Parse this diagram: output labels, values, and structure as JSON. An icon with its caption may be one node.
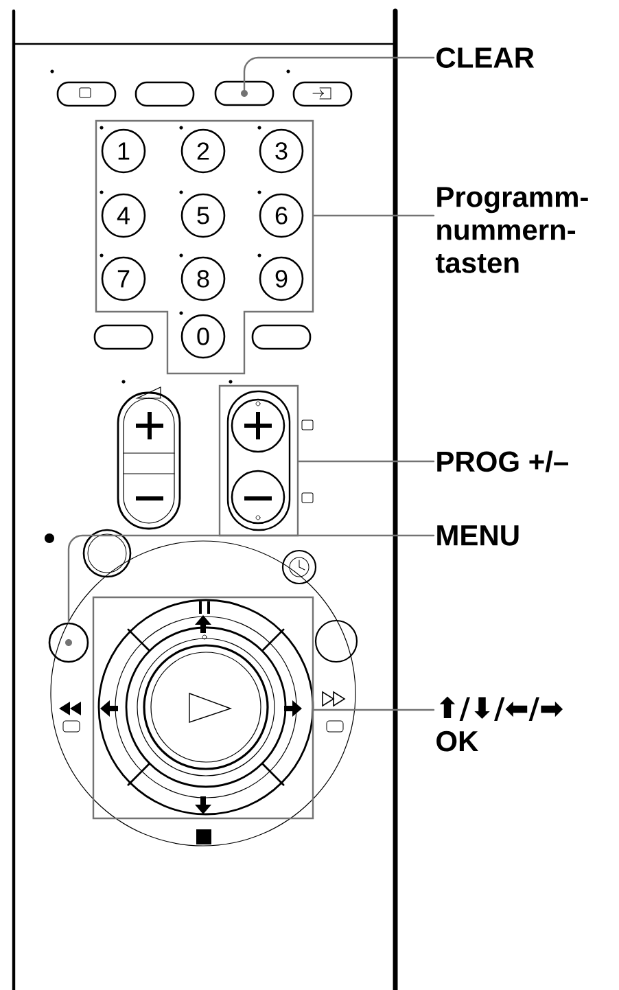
{
  "diagram": {
    "nodes": [
      {
        "text": [
          "CLEAR"
        ]
      },
      {
        "text": [
          "Programm- nummern- tasten"
        ]
      },
      {
        "text": [
          "PROG +/–"
        ]
      },
      {
        "text": [
          "MENU"
        ]
      },
      {
        "text": [
          "⬆/⬇/⬅/➡",
          "OK"
        ]
      },
      {
        "text": [],
        "shape": "box"
      },
      {
        "text": [],
        "shape": "box"
      },
      {
        "text": [],
        "shape": "box"
      },
      {
        "text": [],
        "shape": "circle"
      },
      {
        "text": [],
        "shape": "box"
      }
    ],
    "edges": [
      {
        "from": 0,
        "to": 5,
        "arrow": "none"
      },
      {
        "from": 1,
        "to": 6,
        "arrow": "none"
      },
      {
        "from": 2,
        "to": 7,
        "arrow": "none"
      },
      {
        "from": 3,
        "to": 8,
        "arrow": "none"
      },
      {
        "from": 4,
        "to": 9,
        "arrow": "none"
      }
    ],
    "labels": [
      "1",
      "2",
      "3",
      "4",
      "5",
      "6",
      "7",
      "8",
      "9",
      "0"
    ]
  }
}
